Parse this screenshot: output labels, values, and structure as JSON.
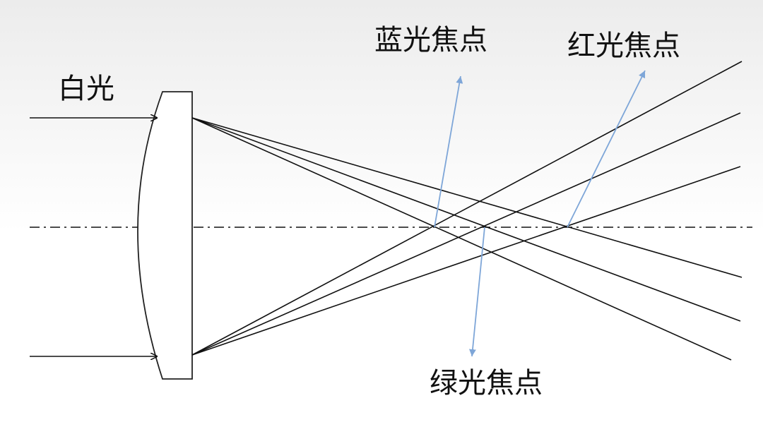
{
  "labels": {
    "white_light": "白光",
    "blue_focus": "蓝光焦点",
    "red_focus": "红光焦点",
    "green_focus": "绿光焦点"
  },
  "colors": {
    "ray": "#111111",
    "pointer": "#7ea6d8",
    "lens": "#222222"
  }
}
